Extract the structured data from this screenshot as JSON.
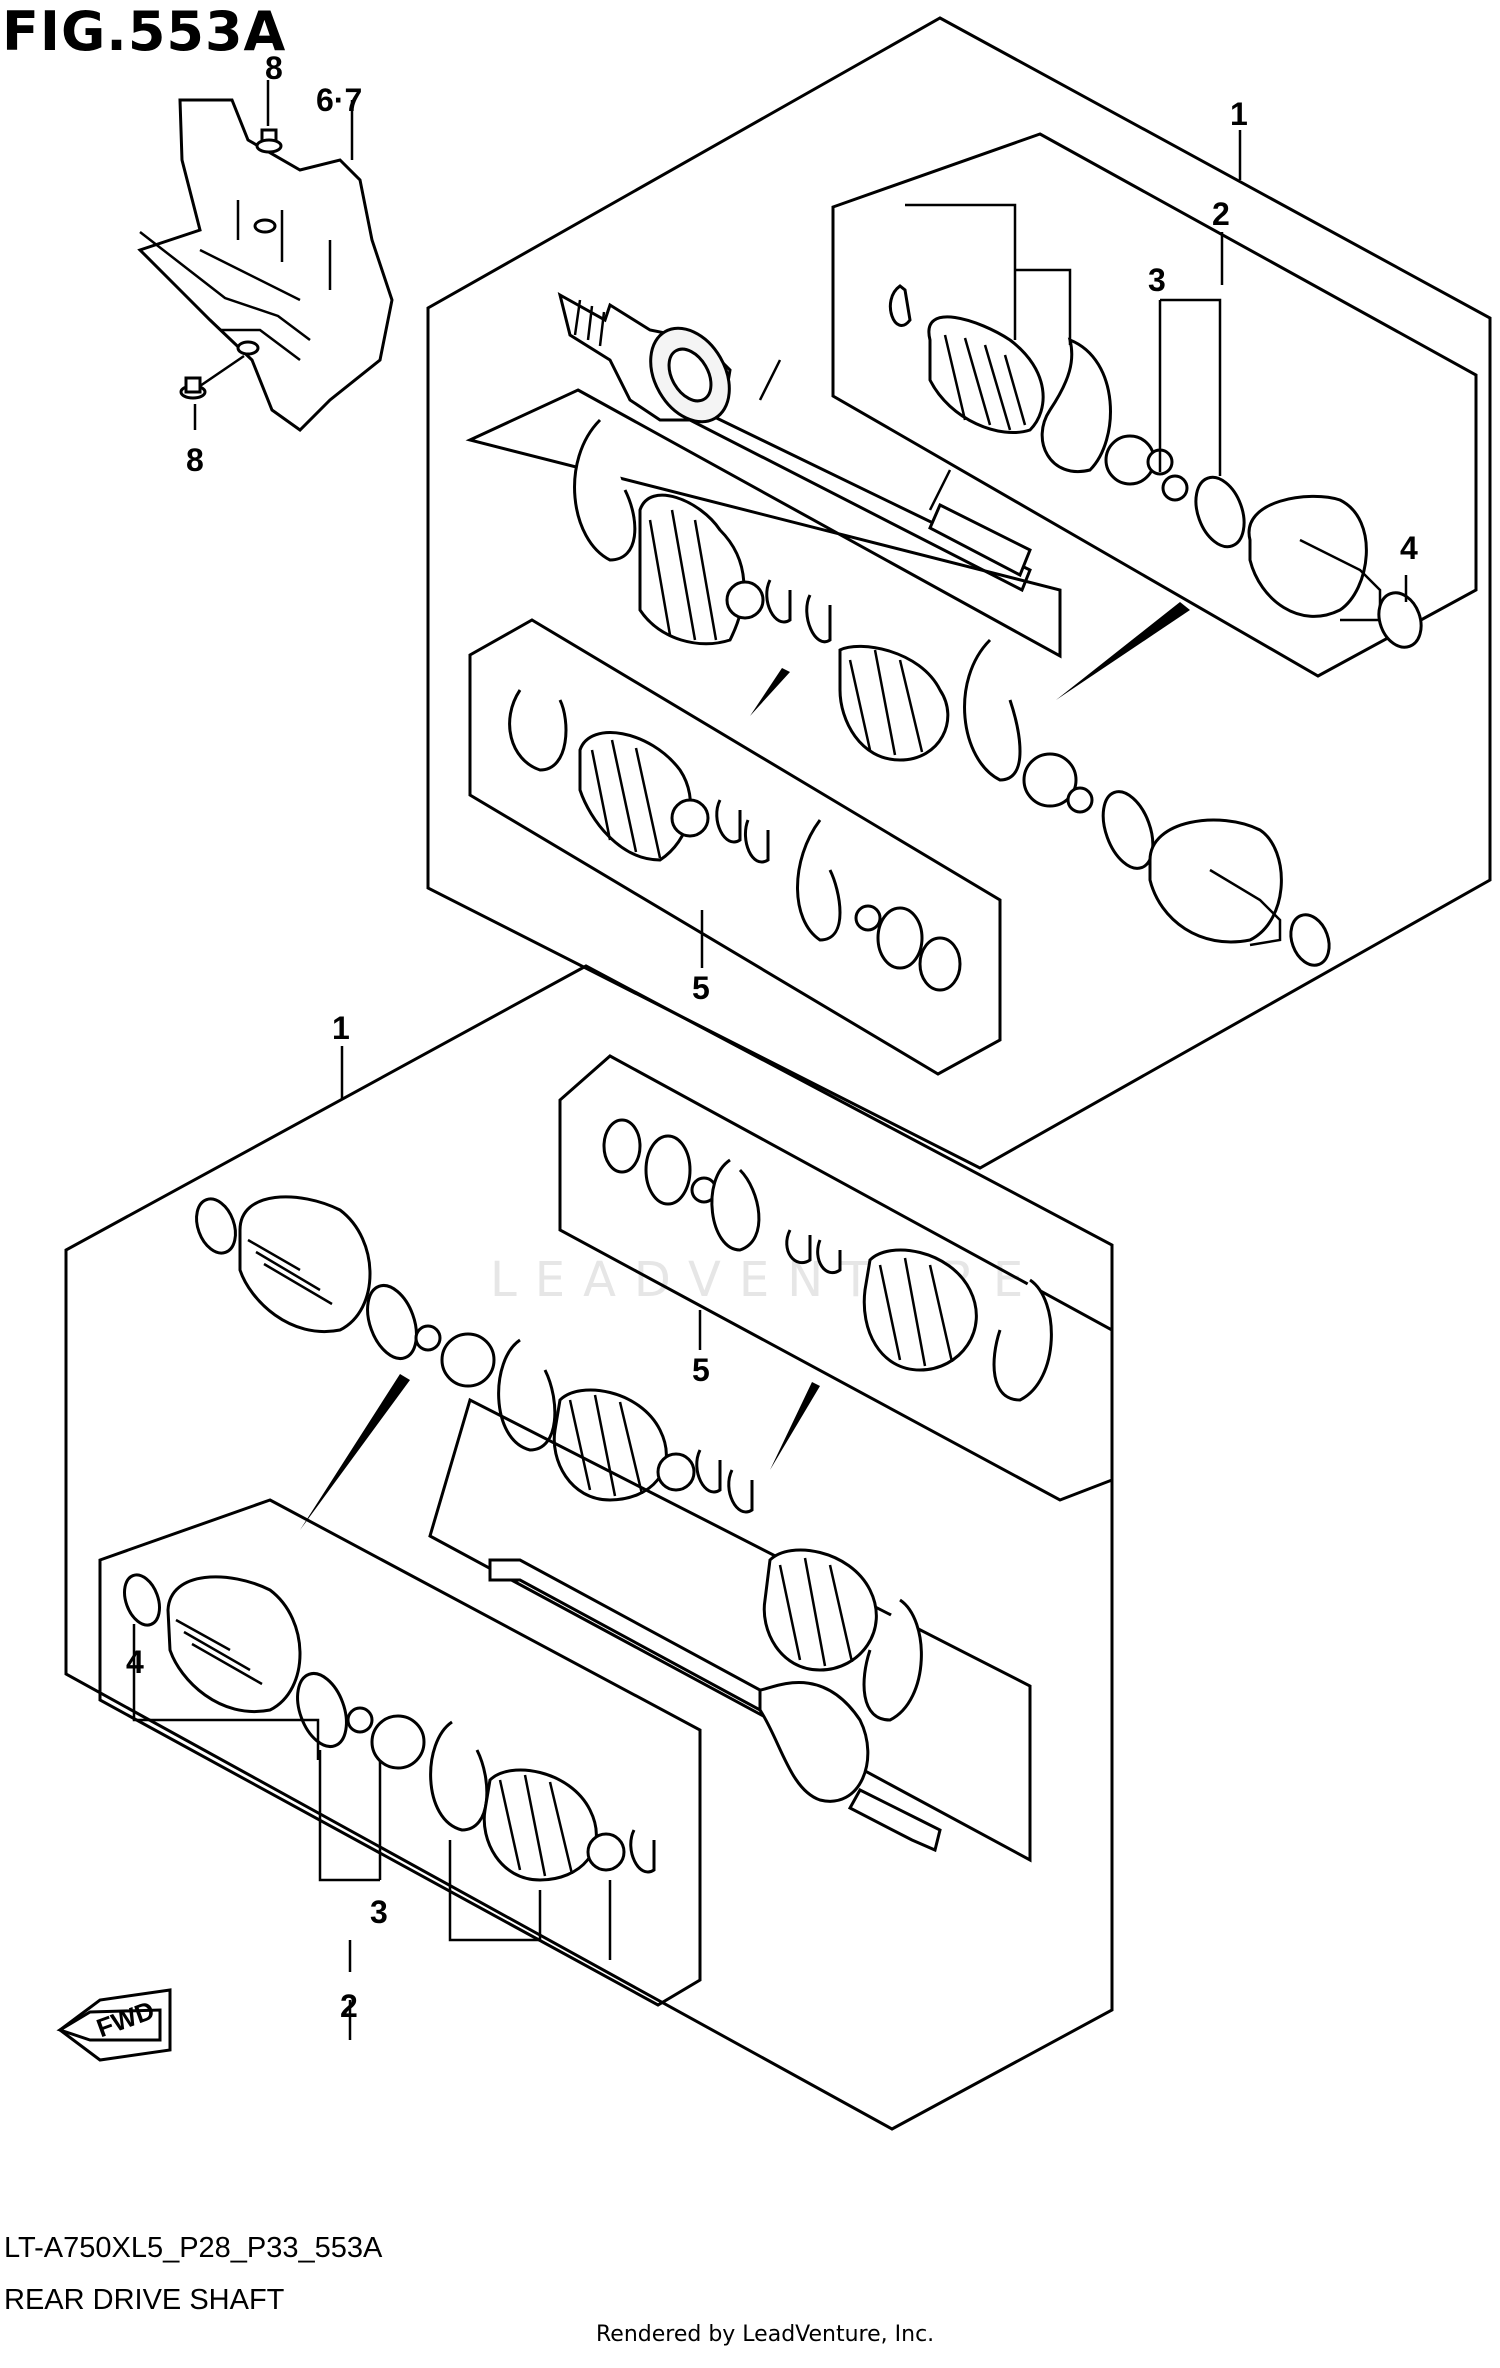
{
  "figure": {
    "title": "FIG.553A",
    "model_code": "LT-A750XL5_P28_P33_553A",
    "caption": "REAR DRIVE SHAFT",
    "rendered_by": "Rendered by LeadVenture, Inc.",
    "watermark": "LEADVENTURE",
    "fwd_label": "FWD"
  },
  "callouts": {
    "guard_bolt_top": "8",
    "guard_bolt_bottom": "8",
    "guard": "6·7",
    "upper_shaft_assy": "1",
    "upper_outer_joint": "2",
    "upper_boot_set": "3",
    "upper_ring": "4",
    "upper_boot_kit": "5",
    "lower_shaft_assy": "1",
    "lower_boot_kit": "5",
    "lower_ring": "4",
    "lower_boot_set": "3",
    "lower_outer_joint": "2"
  }
}
